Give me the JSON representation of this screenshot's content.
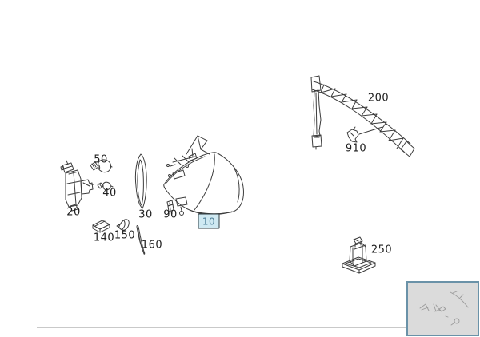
{
  "diagram": {
    "type": "vehicle-parts-exploded-diagram",
    "callouts": [
      {
        "ref": "50",
        "text": "50",
        "part": "bulb-large"
      },
      {
        "ref": "40",
        "text": "40",
        "part": "bulb-small"
      },
      {
        "ref": "20",
        "text": "20",
        "part": "bulb-holder-assembly"
      },
      {
        "ref": "30",
        "text": "30",
        "part": "trim-blade"
      },
      {
        "ref": "90",
        "text": "90",
        "part": "clip"
      },
      {
        "ref": "140",
        "text": "140",
        "part": "relay-box"
      },
      {
        "ref": "150",
        "text": "150",
        "part": "grommet"
      },
      {
        "ref": "160",
        "text": "160",
        "part": "trim-strip"
      },
      {
        "ref": "200",
        "text": "200",
        "part": "reinforcement-rail"
      },
      {
        "ref": "910",
        "text": "910",
        "part": "fastener-clip"
      },
      {
        "ref": "250",
        "text": "250",
        "part": "bracket-pedestal"
      },
      {
        "ref": "10",
        "text": "10",
        "part": "front-fender-panel",
        "selected": true
      }
    ],
    "icons": [
      "bulb-large-icon",
      "bulb-small-icon",
      "bulb-holder-icon",
      "trim-blade-icon",
      "clip-icon",
      "relay-box-icon",
      "grommet-icon",
      "trim-strip-icon",
      "front-fender-icon",
      "reinforcement-rail-icon",
      "fastener-clip-icon",
      "bracket-pedestal-icon",
      "overview-inset-thumbnail"
    ]
  },
  "colors": {
    "background": "#ffffff",
    "line": "#3c3c3c",
    "grid": "#c9c9c9",
    "label": "#1f1f1f",
    "highlight_bg": "#cfe9f2",
    "highlight_border": "#2e3b40",
    "highlight_text": "#4e7f98",
    "inset_bg": "#dbdbdb",
    "inset_border": "#6a92a8",
    "sketch": "#9b9b9b"
  }
}
